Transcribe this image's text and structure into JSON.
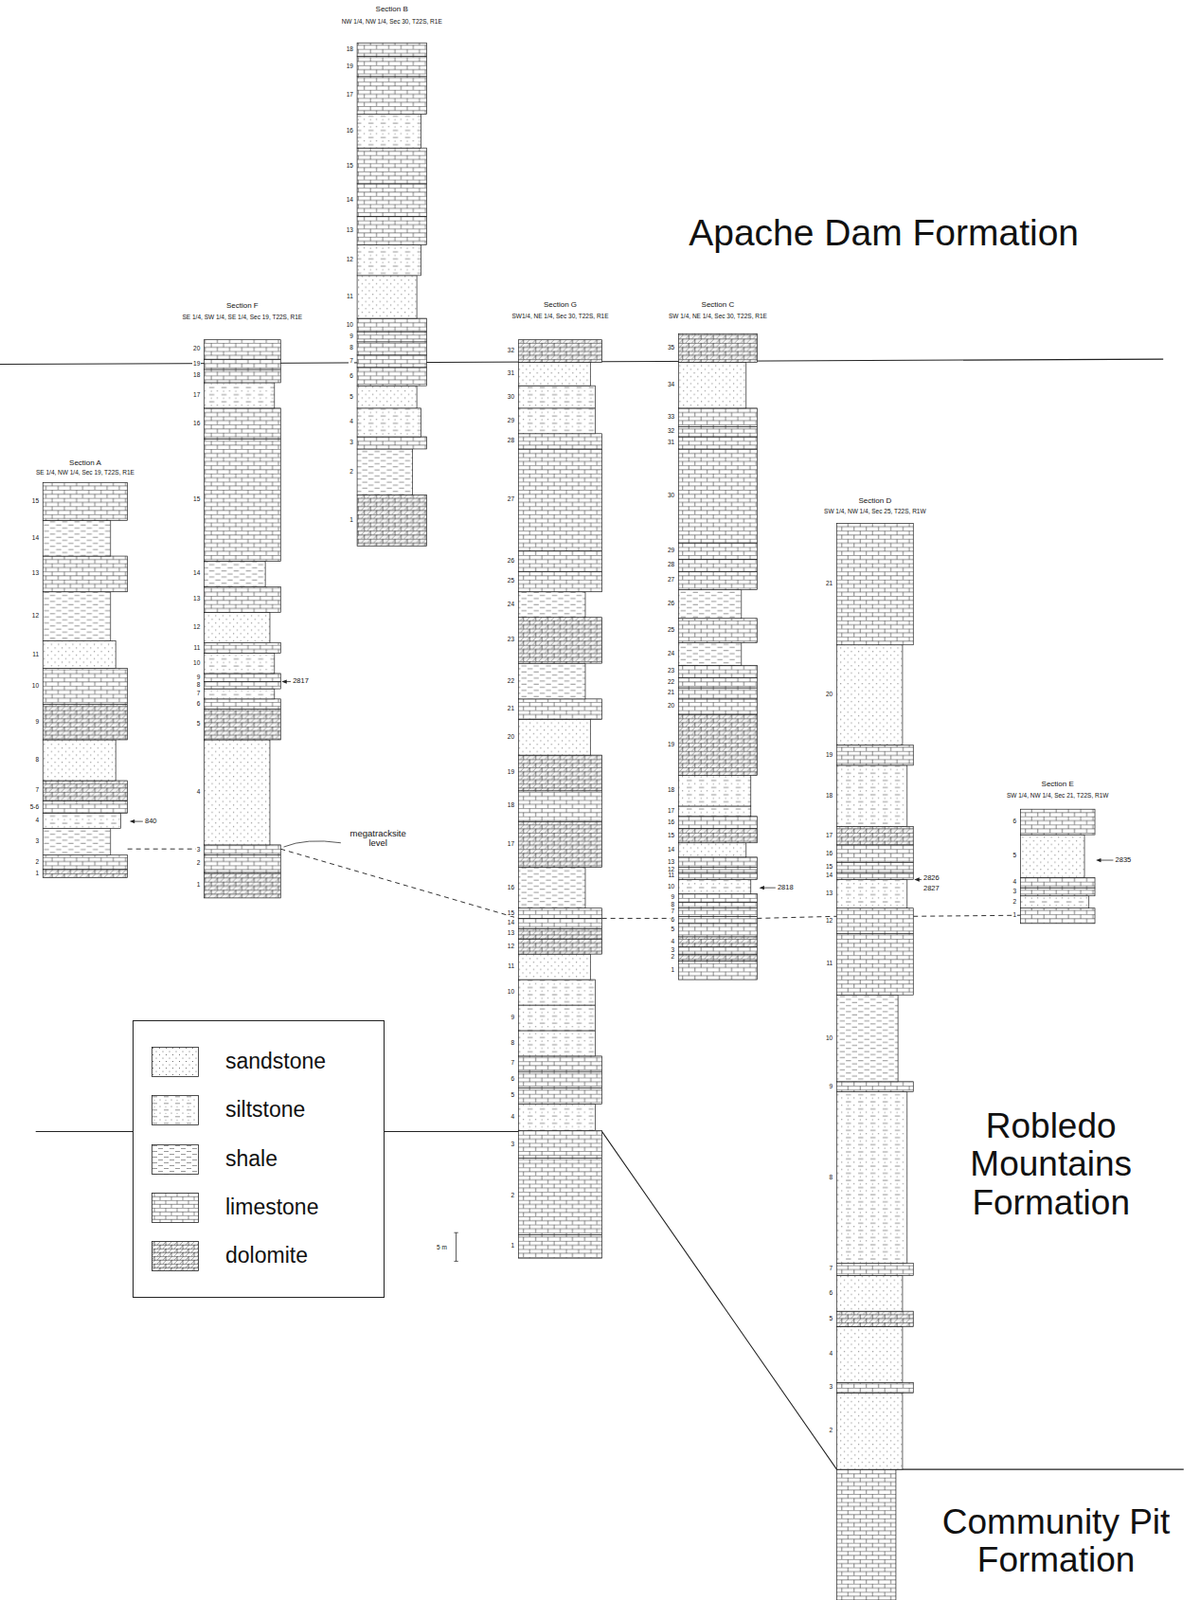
{
  "diagram": {
    "nodes": [
      {
        "text": [
          "Section A",
          "SE 1/4, NW 1/4, Sec 19, T22S, R1E"
        ]
      },
      {
        "text": [
          "Section F",
          "SE 1/4, SW 1/4, SE 1/4, Sec 19, T22S, R1E"
        ]
      },
      {
        "text": [
          "Section B",
          "NW 1/4, NW 1/4, Sec 30, T22S, R1E"
        ]
      },
      {
        "text": [
          "Section G",
          "SW1/4, NE 1/4, Sec 30, T22S, R1E"
        ]
      },
      {
        "text": [
          "Section C",
          "SW 1/4, NE 1/4, Sec 30, T22S, R1E"
        ]
      },
      {
        "text": [
          "Section D",
          "SW 1/4, NW 1/4, Sec 25, T22S, R1W"
        ]
      },
      {
        "text": [
          "Section E",
          "SW 1/4, NW 1/4, Sec 21, T22S, R1W"
        ]
      }
    ],
    "edges": [
      {
        "from": 0,
        "to": 1,
        "arrow": "none"
      },
      {
        "from": 1,
        "to": 3,
        "arrow": "none"
      },
      {
        "from": 3,
        "to": 4,
        "arrow": "none"
      },
      {
        "from": 4,
        "to": 5,
        "arrow": "none"
      },
      {
        "from": 5,
        "to": 6,
        "arrow": "none"
      }
    ],
    "labels": [
      "Apache Dam Formation",
      "Robledo Mountains Formation",
      "Community Pit Formation",
      "megatracksite level",
      "840",
      "2817",
      "2818",
      "2826",
      "2827",
      "2835",
      "5 m",
      "1",
      "2",
      "3",
      "4",
      "5-6",
      "7",
      "8",
      "9",
      "10",
      "11",
      "12",
      "13",
      "14",
      "15",
      "1",
      "2",
      "3",
      "4",
      "5",
      "6",
      "7",
      "8",
      "9",
      "10",
      "11",
      "12",
      "13",
      "14",
      "15",
      "16",
      "17",
      "18",
      "19",
      "20",
      "1",
      "2",
      "3",
      "4",
      "5",
      "6",
      "7",
      "8",
      "9",
      "10",
      "11",
      "12",
      "13",
      "14",
      "15",
      "16",
      "17",
      "19",
      "18",
      "1",
      "2",
      "3",
      "4",
      "5",
      "6",
      "7",
      "8",
      "9",
      "10",
      "11",
      "12",
      "13",
      "14",
      "15",
      "16",
      "17",
      "18",
      "19",
      "20",
      "21",
      "22",
      "23",
      "24",
      "25",
      "26",
      "27",
      "28",
      "29",
      "30",
      "31",
      "32",
      "1",
      "2",
      "3",
      "4",
      "5",
      "6",
      "7",
      "8",
      "9",
      "10",
      "11",
      "12",
      "13",
      "14",
      "15",
      "16",
      "17",
      "18",
      "19",
      "20",
      "21",
      "22",
      "23",
      "24",
      "25",
      "26",
      "27",
      "28",
      "29",
      "30",
      "31",
      "32",
      "33",
      "34",
      "35",
      "2",
      "3",
      "4",
      "5",
      "6",
      "7",
      "8",
      "9",
      "10",
      "11",
      "12",
      "13",
      "14",
      "15",
      "16",
      "17",
      "18",
      "19",
      "20",
      "21",
      "1",
      "2",
      "3",
      "4",
      "5",
      "6"
    ],
    "legend": [
      {
        "text": "sandstone"
      },
      {
        "text": "siltstone"
      },
      {
        "text": "shale"
      },
      {
        "text": "limestone"
      },
      {
        "text": "dolomite"
      }
    ]
  }
}
